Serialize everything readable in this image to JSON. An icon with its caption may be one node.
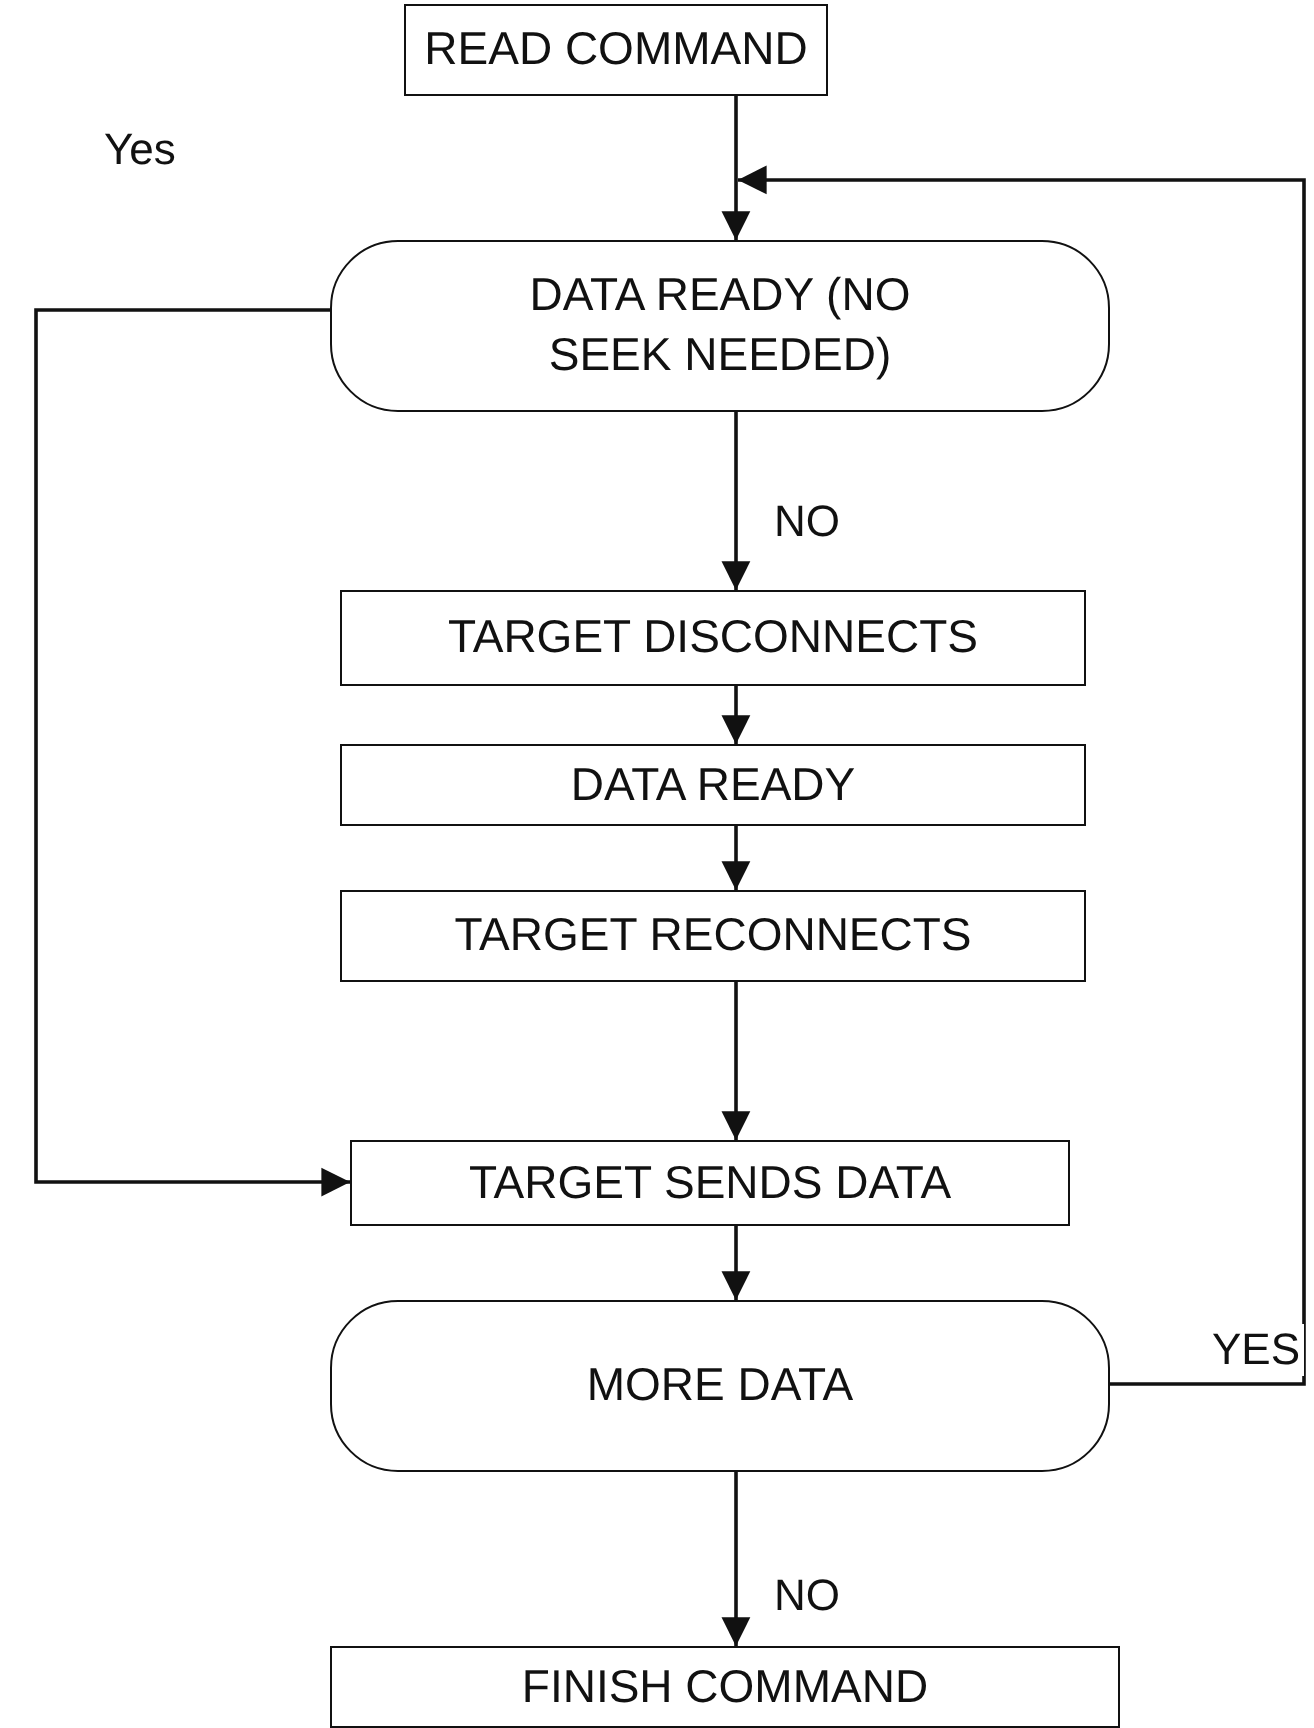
{
  "diagram": {
    "nodes": [
      {
        "text": [
          "READ COMMAND"
        ]
      },
      {
        "text": [
          "DATA READY (NO SEEK NEEDED)"
        ]
      },
      {
        "text": [
          "TARGET DISCONNECTS"
        ]
      },
      {
        "text": [
          "DATA READY"
        ]
      },
      {
        "text": [
          "TARGET RECONNECTS"
        ]
      },
      {
        "text": [
          "TARGET SENDS DATA"
        ]
      },
      {
        "text": [
          "MORE DATA"
        ]
      },
      {
        "text": [
          "FINISH COMMAND"
        ]
      }
    ],
    "edges": [
      {
        "from": 0,
        "to": 1,
        "arrow": "to"
      },
      {
        "from": 1,
        "to": 2,
        "arrow": "to",
        "label": "NO"
      },
      {
        "from": 2,
        "to": 3,
        "arrow": "to"
      },
      {
        "from": 3,
        "to": 4,
        "arrow": "to"
      },
      {
        "from": 1,
        "to": 5,
        "arrow": "to",
        "label": "Yes"
      },
      {
        "from": 4,
        "to": 5,
        "arrow": "to"
      },
      {
        "from": 5,
        "to": 6,
        "arrow": "to"
      },
      {
        "from": 6,
        "to": 7,
        "arrow": "to",
        "label": "NO"
      },
      {
        "from": 6,
        "to": 1,
        "arrow": "to",
        "label": "YES"
      }
    ]
  }
}
